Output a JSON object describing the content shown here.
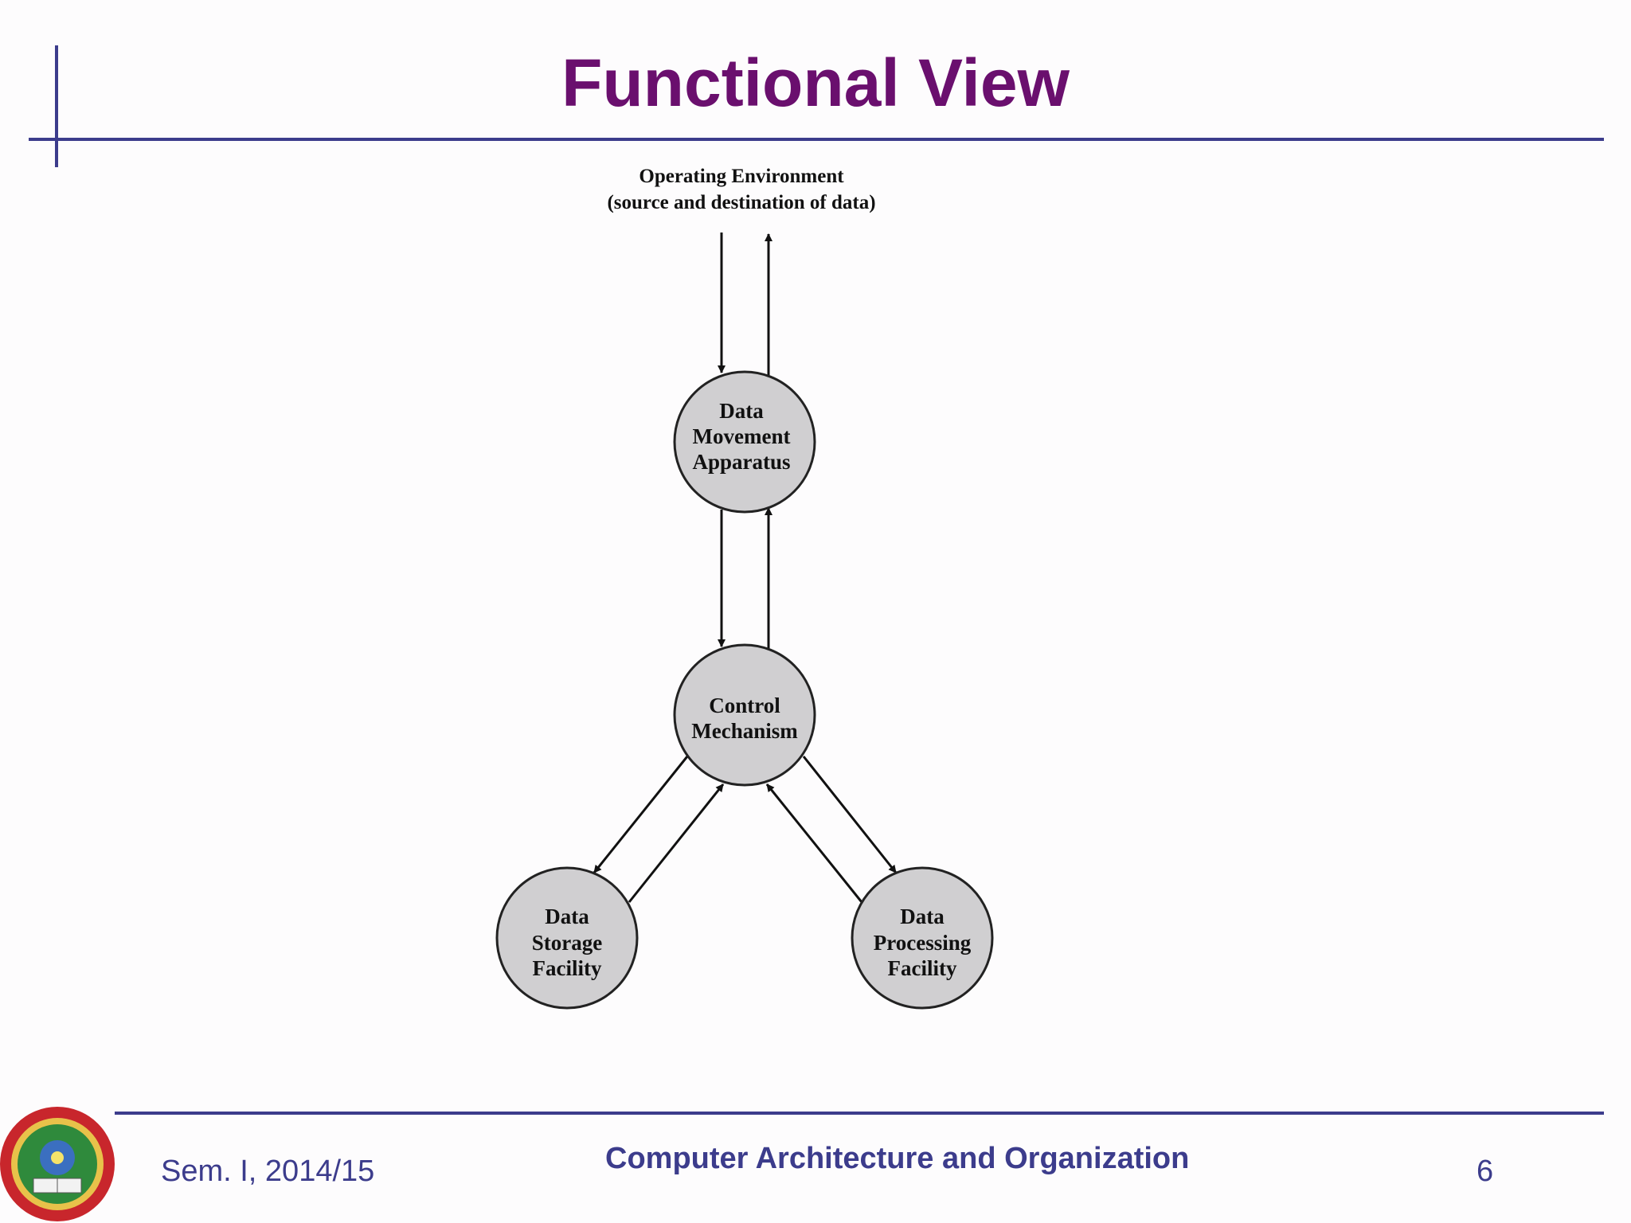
{
  "slide": {
    "title": "Functional View",
    "colors": {
      "title": "#6a0f6e",
      "rule": "#3c3c8c",
      "node_fill": "#d0cfd1",
      "footer_text": "#3c3c8c"
    }
  },
  "diagram": {
    "environment": {
      "line1": "Operating Environment",
      "line2": "(source and destination of data)"
    },
    "nodes": {
      "movement": {
        "lines": [
          "Data",
          "Movement",
          "Apparatus"
        ]
      },
      "control": {
        "lines": [
          "Control",
          "Mechanism"
        ]
      },
      "storage": {
        "lines": [
          "Data",
          "Storage",
          "Facility"
        ]
      },
      "processing": {
        "lines": [
          "Data",
          "Processing",
          "Facility"
        ]
      }
    }
  },
  "footer": {
    "semester": "Sem. I, 2014/15",
    "course": "Computer Architecture and Organization",
    "page": "6",
    "logo_icon": "university-seal-icon"
  }
}
